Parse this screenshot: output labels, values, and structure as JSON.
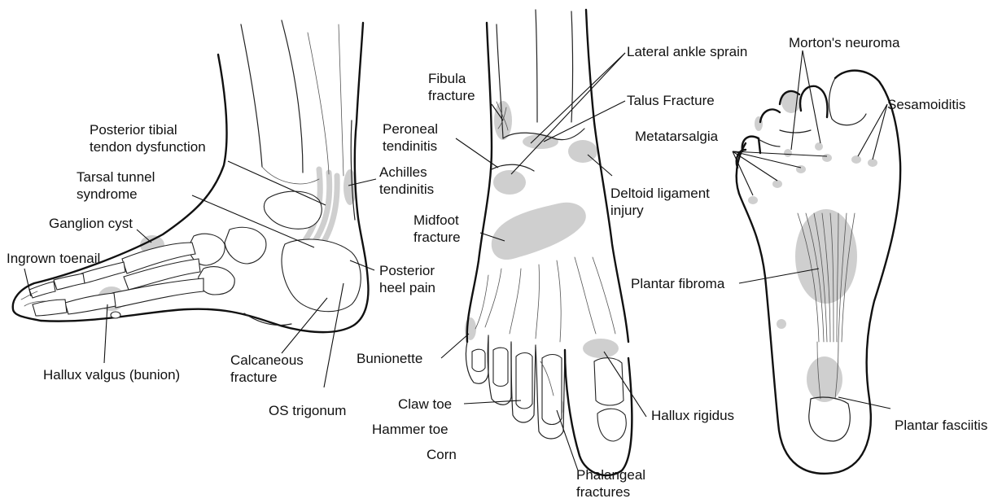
{
  "colors": {
    "outline": "#111111",
    "spot": "#c4c4c4",
    "background": "#ffffff"
  },
  "labels": {
    "posterior_tibial": "Posterior tibial\ntendon dysfunction",
    "tarsal_tunnel": "Tarsal tunnel\nsyndrome",
    "ganglion_cyst": "Ganglion cyst",
    "ingrown_toenail": "Ingrown toenail",
    "hallux_valgus": "Hallux valgus (bunion)",
    "calcaneous_fracture": "Calcaneous\nfracture",
    "os_trigonum": "OS trigonum",
    "achilles": "Achilles\ntendinitis",
    "posterior_heel": "Posterior\nheel pain",
    "fibula_fracture": "Fibula\nfracture",
    "peroneal": "Peroneal\ntendinitis",
    "midfoot_fracture": "Midfoot\nfracture",
    "bunionette": "Bunionette",
    "claw_toe": "Claw toe",
    "hammer_toe": "Hammer toe",
    "corn": "Corn",
    "phalangeal": "Phalangeal\nfractures",
    "lateral_ankle": "Lateral ankle sprain",
    "talus_fracture": "Talus Fracture",
    "deltoid": "Deltoid ligament\ninjury",
    "hallux_rigidus": "Hallux rigidus",
    "mortons": "Morton's neuroma",
    "sesamoiditis": "Sesamoiditis",
    "metatarsalgia": "Metatarsalgia",
    "plantar_fibroma": "Plantar fibroma",
    "plantar_fasciitis": "Plantar fasciitis"
  }
}
